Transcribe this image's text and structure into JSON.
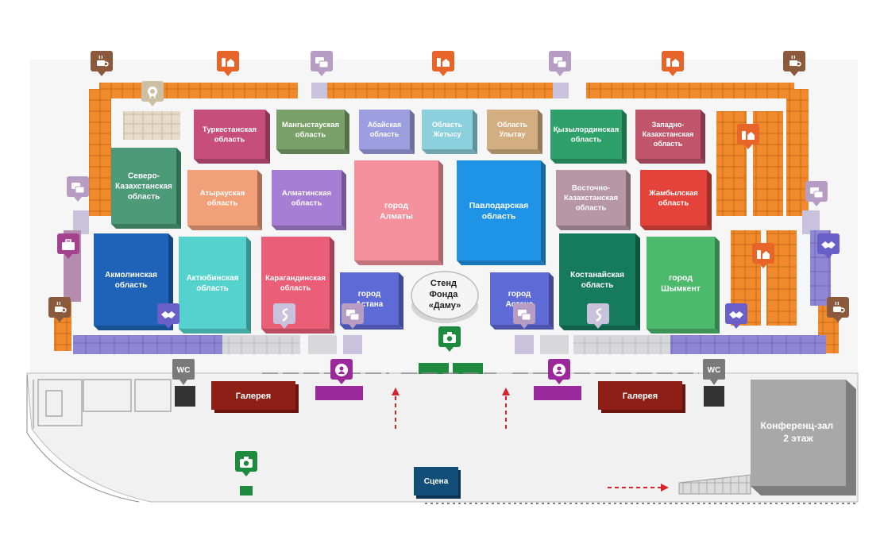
{
  "regions": {
    "north_kazakhstan": [
      "Северо-",
      "Казахстанская",
      "область"
    ],
    "turkestan": [
      "Туркестанская",
      "область"
    ],
    "mangystau": [
      "Мангыстауская",
      "область"
    ],
    "abai": [
      "Абайская",
      "область"
    ],
    "zhetysu": [
      "Область",
      "Жетысу"
    ],
    "ulytau": [
      "Область",
      "Улытау"
    ],
    "kyzylorda": [
      "Қызылординская",
      "область"
    ],
    "west_kazakhstan": [
      "Западно-",
      "Казахстанская",
      "область"
    ],
    "atyrau": [
      "Атырауская",
      "область"
    ],
    "almaty_region": [
      "Алматинская",
      "область"
    ],
    "almaty_city": [
      "город",
      "Алматы"
    ],
    "pavlodar": [
      "Павлодарская",
      "область"
    ],
    "east_kazakhstan": [
      "Восточно-",
      "Казахстанская",
      "область"
    ],
    "zhambyl": [
      "Жамбылская",
      "область"
    ],
    "akmola": [
      "Акмолинская",
      "область"
    ],
    "aktobe": [
      "Актюбинская",
      "область"
    ],
    "karaganda": [
      "Карагандинская",
      "область"
    ],
    "astana_left": [
      "город",
      "Астана"
    ],
    "astana_right": [
      "город",
      "Астана"
    ],
    "kostanay": [
      "Костанайская",
      "область"
    ],
    "shymkent": [
      "город",
      "Шымкент"
    ]
  },
  "damu_stand": [
    "Стенд",
    "Фонда",
    "«Даму»"
  ],
  "gallery_left": "Галерея",
  "gallery_right": "Галерея",
  "stage": "Сцена",
  "conference": [
    "Конференц-зал",
    "2 этаж"
  ],
  "wc_left": "WC",
  "wc_right": "WC",
  "colors": {
    "orange": "#f08a2c",
    "purple_booth": "#8f87d4",
    "lilac_booth": "#c9c2dc",
    "gallery": "#8e1f16",
    "stage": "#124e78",
    "conference": "#9b9b9b"
  }
}
